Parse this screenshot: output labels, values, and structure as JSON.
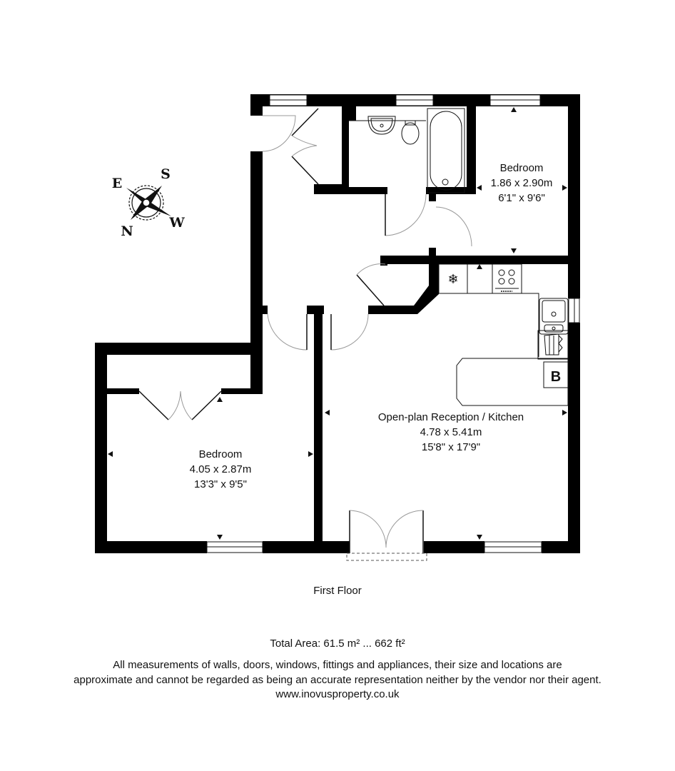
{
  "floor_label": "First Floor",
  "compass": {
    "labels": {
      "north": "N",
      "south": "S",
      "east": "E",
      "west": "W"
    }
  },
  "rooms": [
    {
      "name": "Bedroom",
      "metric": "1.86 x 2.90m",
      "imperial": "6'1\" x 9'6\""
    },
    {
      "name": "Open-plan Reception / Kitchen",
      "metric": "4.78 x 5.41m",
      "imperial": "15'8\" x 17'9\""
    },
    {
      "name": "Bedroom",
      "metric": "4.05 x 2.87m",
      "imperial": "13'3\" x 9'5\""
    }
  ],
  "appliances": {
    "boiler_label": "B"
  },
  "footer": {
    "total_area": "Total Area: 61.5 m² ... 662 ft²",
    "disclaimer_line1": "All measurements of walls, doors, windows, fittings and appliances, their size and locations are",
    "disclaimer_line2": "approximate and cannot be regarded as being an accurate representation neither by the vendor nor their agent.",
    "website": "www.inovusproperty.co.uk"
  },
  "colors": {
    "wall": "#000000",
    "background": "#ffffff",
    "door_arc": "#999999"
  }
}
